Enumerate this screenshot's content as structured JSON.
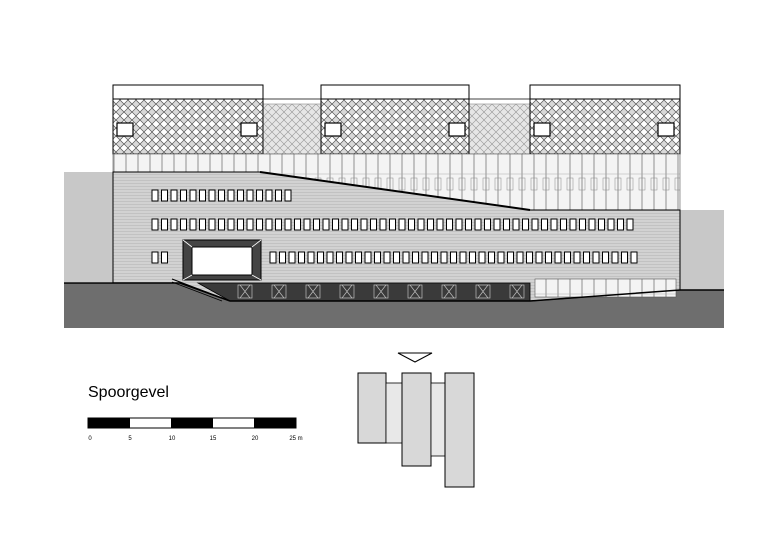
{
  "drawing": {
    "title": "Spoorgevel",
    "scale": {
      "ticks": [
        "0",
        "5",
        "10",
        "15",
        "20",
        "25 m"
      ]
    }
  }
}
